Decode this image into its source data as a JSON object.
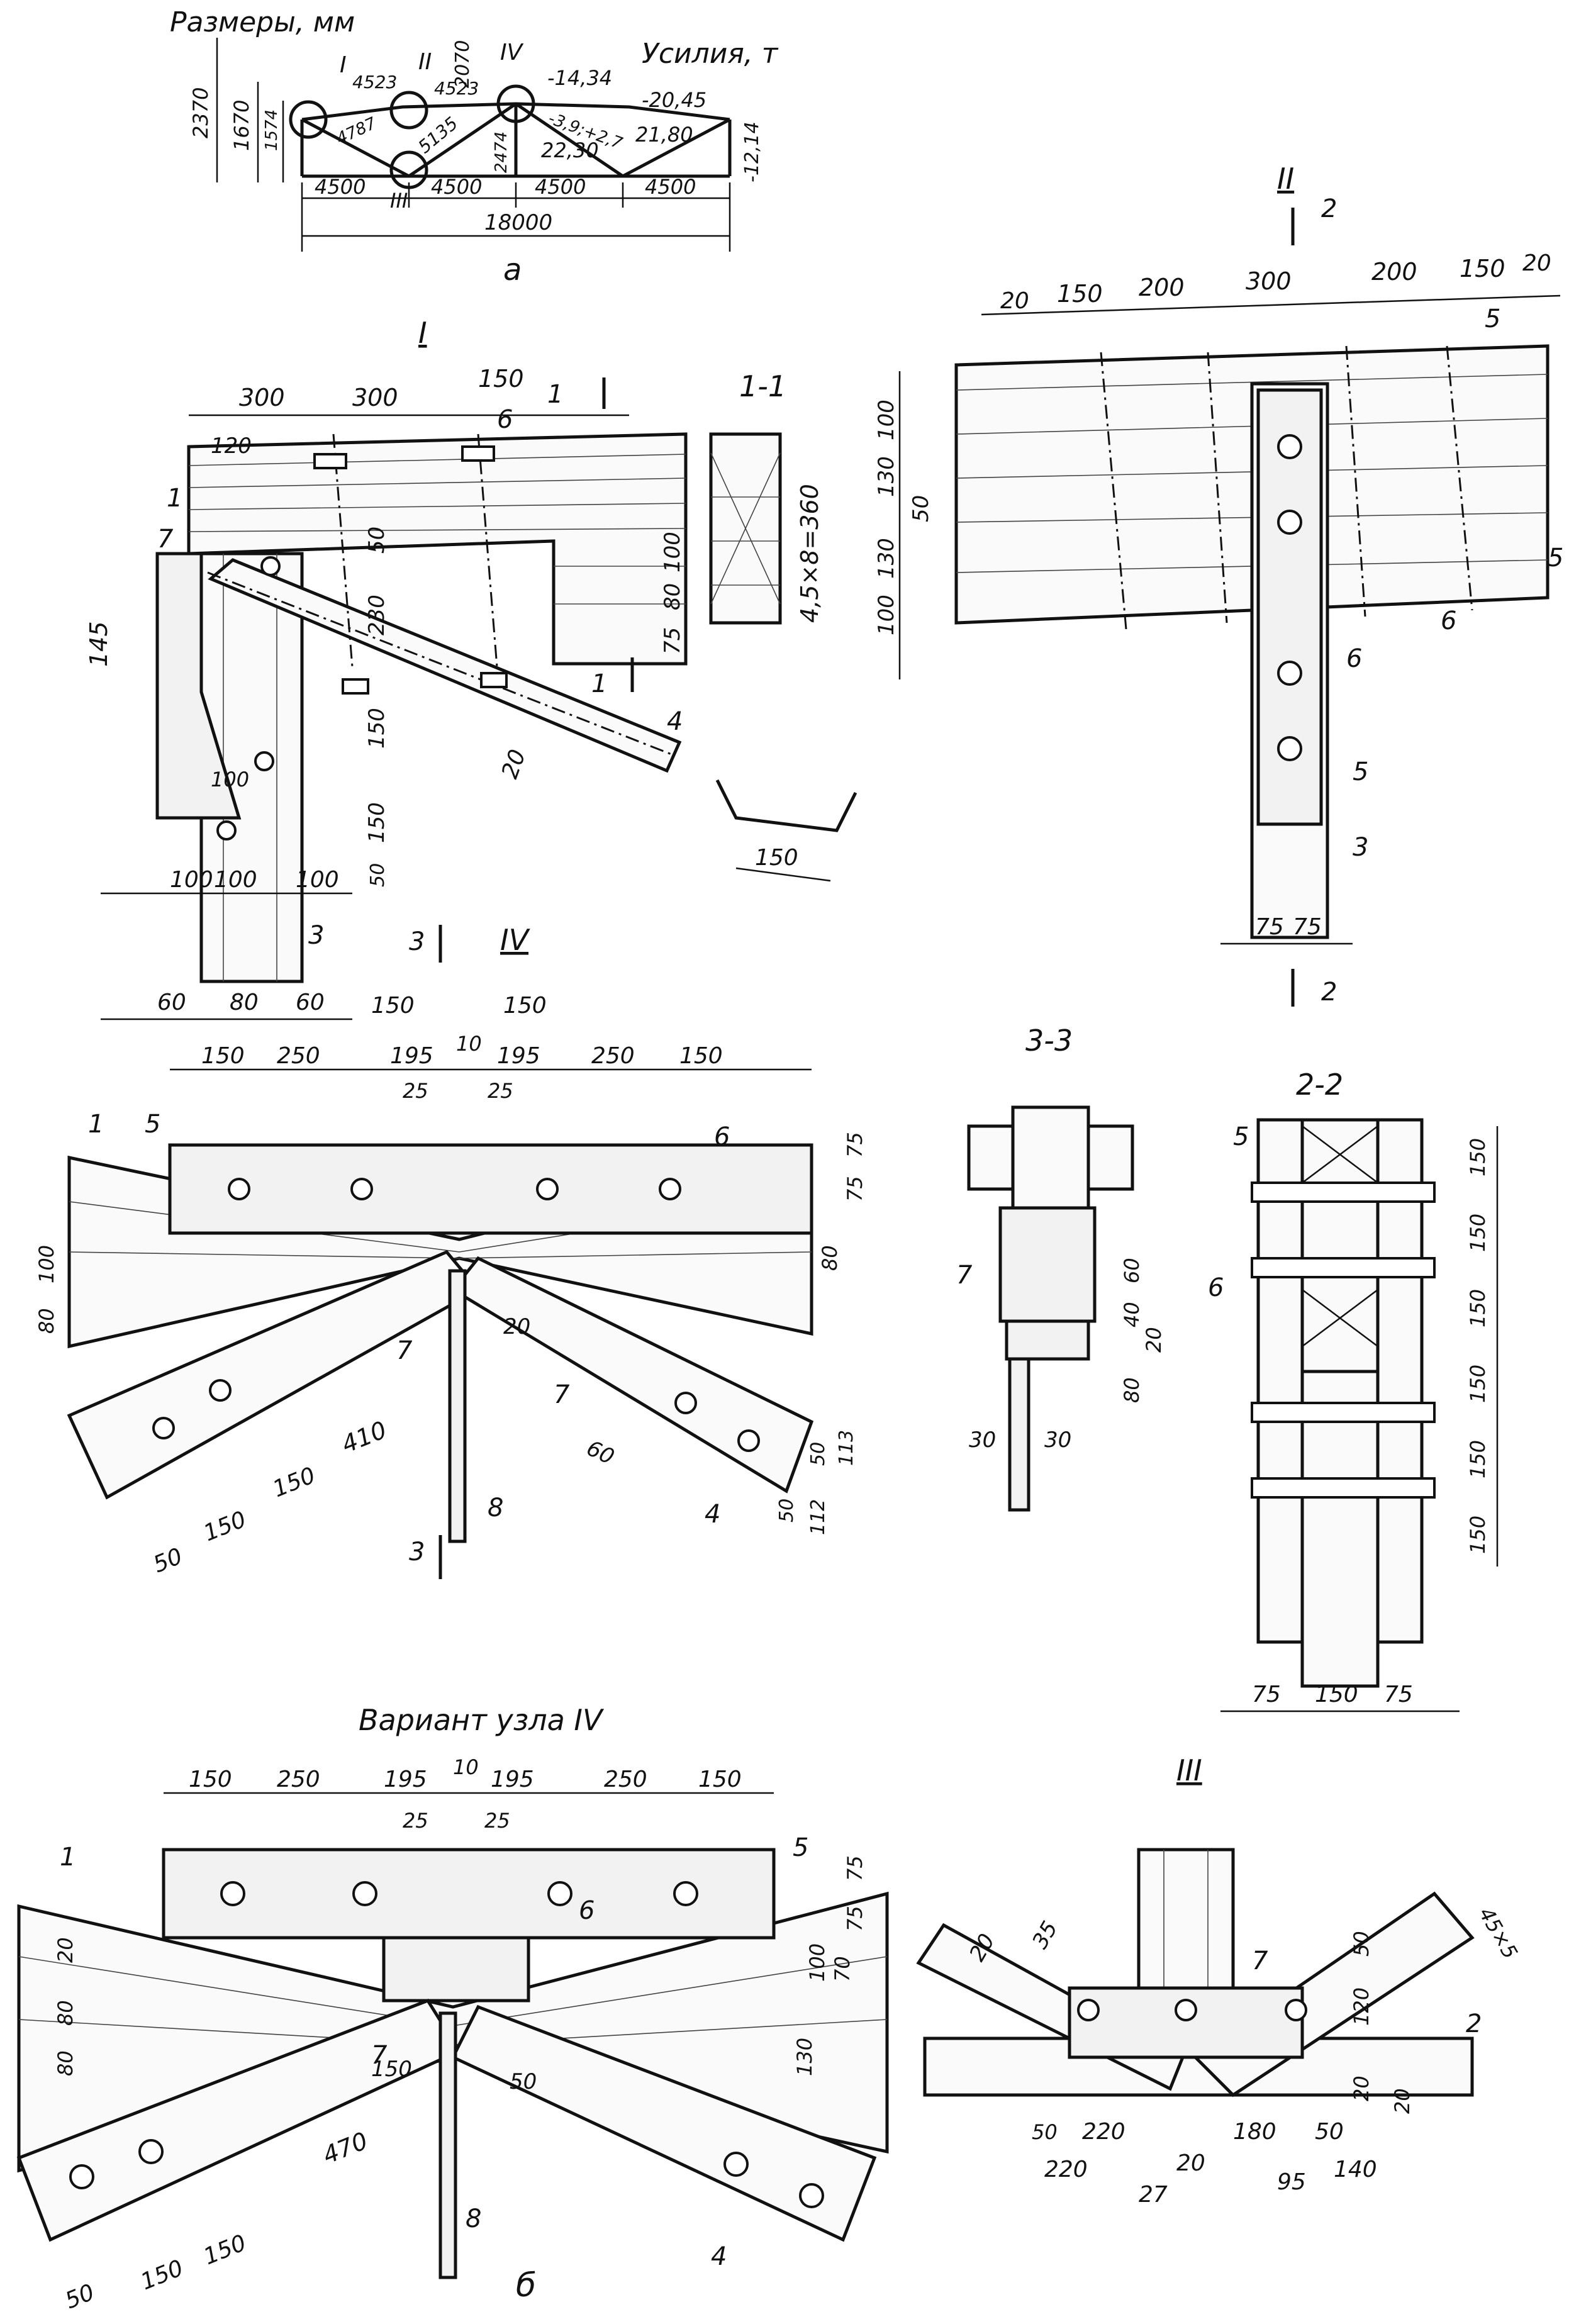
{
  "scheme": {
    "sizes_title": "Размеры, мм",
    "forces_title": "Усилия, т",
    "label": "а",
    "nodes": [
      "I",
      "II",
      "III",
      "IV"
    ],
    "heights": [
      "2370",
      "1670",
      "1574",
      "2070"
    ],
    "panels": [
      "4500",
      "4500",
      "4500",
      "4500"
    ],
    "span": "18000",
    "lengths": [
      "4523",
      "4523",
      "4787",
      "5135",
      "2474"
    ],
    "forces": [
      "-14,34",
      "-20,45",
      "-3,9;+2,7",
      "22,30",
      "21,80",
      "-12,14"
    ]
  },
  "node1": {
    "title": "I",
    "dims_top": [
      "300",
      "300",
      "150",
      "120"
    ],
    "dims_left": [
      "145",
      "100"
    ],
    "dims_vert": [
      "50",
      "230",
      "150",
      "150",
      "50",
      "100",
      "80",
      "75"
    ],
    "dims_bottom": [
      "100",
      "100",
      "100",
      "60",
      "80",
      "60"
    ],
    "slope": "20",
    "cut": "1",
    "parts": [
      "1",
      "3",
      "4",
      "6",
      "7"
    ],
    "detail_dim": "150"
  },
  "section11": {
    "title": "1-1",
    "dim": "4,5×8=360"
  },
  "node2": {
    "title": "II",
    "dims_top": [
      "20",
      "150",
      "200",
      "300",
      "200",
      "150",
      "20"
    ],
    "dims_left": [
      "100",
      "130",
      "50",
      "130",
      "100"
    ],
    "dims_bottom": [
      "75",
      "75"
    ],
    "cut": "2",
    "parts": [
      "3",
      "5",
      "6"
    ]
  },
  "node4": {
    "title": "IV",
    "cut": "3",
    "dims_top": [
      "150",
      "250",
      "195",
      "10",
      "195",
      "250",
      "150",
      "150",
      "150",
      "25",
      "25"
    ],
    "dims_right": [
      "75",
      "75",
      "80"
    ],
    "dims_left": [
      "80",
      "100"
    ],
    "dims_mid": [
      "410",
      "150",
      "150",
      "50",
      "60",
      "20"
    ],
    "dims_br": [
      "50",
      "113",
      "112",
      "50"
    ],
    "parts": [
      "1",
      "4",
      "5",
      "6",
      "7",
      "8"
    ]
  },
  "section33": {
    "title": "3-3",
    "dims": [
      "60",
      "40",
      "20",
      "80",
      "30",
      "30"
    ],
    "parts": [
      "7"
    ]
  },
  "section22": {
    "title": "2-2",
    "dims_right": [
      "150",
      "150",
      "150",
      "150",
      "150",
      "150"
    ],
    "dims_bottom": [
      "75",
      "150",
      "75"
    ],
    "parts": [
      "5",
      "6"
    ]
  },
  "variant": {
    "title": "Вариант узла IV",
    "label": "б",
    "dims_top": [
      "150",
      "250",
      "195",
      "10",
      "195",
      "250",
      "150",
      "25",
      "25"
    ],
    "dims_left": [
      "20",
      "80",
      "80"
    ],
    "dims_right": [
      "75",
      "75",
      "100",
      "70",
      "130"
    ],
    "dims_bottom": [
      "470",
      "150",
      "150",
      "150",
      "50",
      "50"
    ],
    "parts": [
      "1",
      "4",
      "5",
      "6",
      "7",
      "8"
    ]
  },
  "node3": {
    "title": "III",
    "dims": [
      "20",
      "35",
      "45×5",
      "50",
      "120",
      "20",
      "20",
      "220",
      "220",
      "20",
      "180",
      "27",
      "50",
      "95",
      "140",
      "50"
    ],
    "parts": [
      "2",
      "7"
    ]
  }
}
